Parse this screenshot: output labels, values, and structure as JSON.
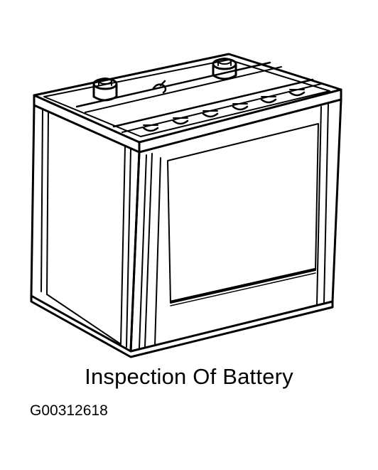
{
  "figure": {
    "caption": "Inspection Of Battery",
    "id": "G00312618",
    "subject_icon": "car-battery-line-drawing",
    "ink_color": "#000000",
    "background_color": "#ffffff"
  }
}
